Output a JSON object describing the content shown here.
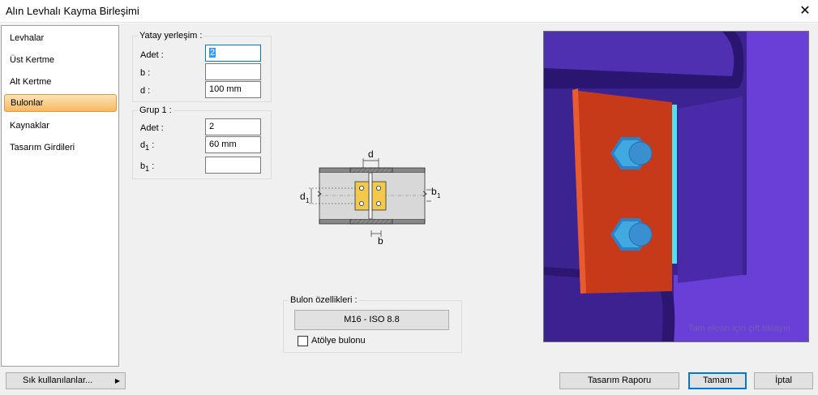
{
  "window": {
    "title": "Alın Levhalı Kayma Birleşimi"
  },
  "sidebar": {
    "items": [
      {
        "label": "Levhalar"
      },
      {
        "label": "Üst Kertme"
      },
      {
        "label": "Alt Kertme"
      },
      {
        "label": "Bulonlar",
        "active": true
      },
      {
        "label": "Kaynaklar"
      },
      {
        "label": "Tasarım Girdileri"
      }
    ]
  },
  "yatay": {
    "legend": "Yatay yerleşim :",
    "adet_label": "Adet :",
    "adet_value": "2",
    "b_label": "b :",
    "b_value": "",
    "d_label": "d :",
    "d_value": "100 mm"
  },
  "grup": {
    "legend": "Grup 1 :",
    "adet_label": "Adet :",
    "adet_value": "2",
    "d1_label": "d",
    "d1_sub": "1",
    "d1_colon": " :",
    "d1_value": "60 mm",
    "b1_label": "b",
    "b1_sub": "1",
    "b1_colon": " :",
    "b1_value": ""
  },
  "diagram_labels": {
    "d": "d",
    "d1": "d",
    "d1_sub": "1",
    "b1": "b",
    "b1_sub": "1",
    "b": "b"
  },
  "bolt": {
    "legend": "Bulon özellikleri :",
    "spec_button": "M16 - ISO 8.8",
    "workshop_label": "Atölye bulonu",
    "workshop_checked": false
  },
  "preview": {
    "caption": "Tam ekran için çift tıklayın"
  },
  "footer": {
    "favorites": "Sık kullanılanlar...",
    "report": "Tasarım Raporu",
    "ok": "Tamam",
    "cancel": "İptal"
  },
  "colors": {
    "plate": "#c63a1a",
    "beam": "#4b2aa0",
    "bolt": "#3fa9e0",
    "highlight_row": "#f8b964"
  }
}
